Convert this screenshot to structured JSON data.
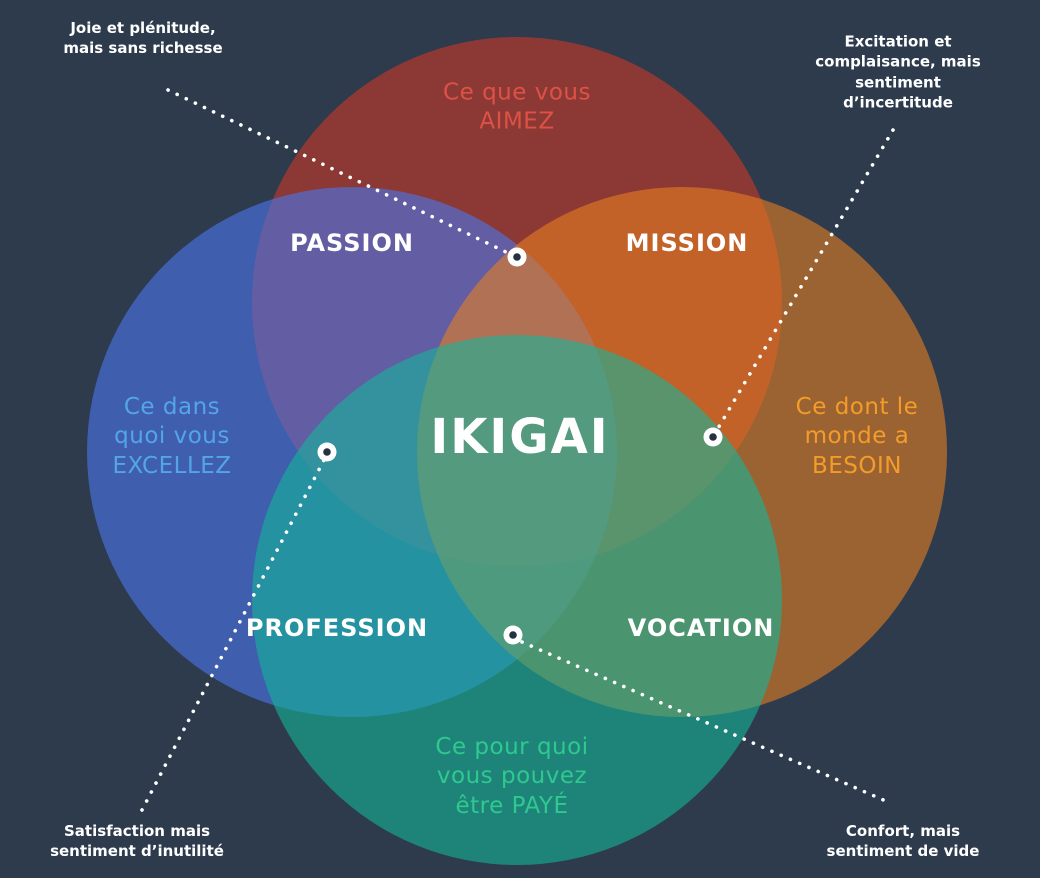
{
  "canvas": {
    "background": "#2d3b4c",
    "dotted_line_color": "#ffffff"
  },
  "diagram": {
    "title": "IKIGAI",
    "circles": {
      "love": {
        "full_label": "Ce que vous AIMEZ",
        "lines": [
          "Ce que vous",
          "AIMEZ"
        ],
        "fill": "#c0392b",
        "label_color": "#dd5244"
      },
      "excel": {
        "full_label": "Ce dans quoi vous EXCELLEZ",
        "lines": [
          "Ce dans",
          "quoi vous",
          "EXCELLEZ"
        ],
        "fill": "#4a74e8",
        "label_color": "#54a5e8"
      },
      "need": {
        "full_label": "Ce dont le monde a BESOIN",
        "lines": [
          "Ce dont le",
          "monde a",
          "BESOIN"
        ],
        "fill": "#e67e22",
        "label_color": "#f39c2a"
      },
      "paid": {
        "full_label": "Ce pour quoi vous pouvez être PAYÉ",
        "lines": [
          "Ce pour quoi",
          "vous pouvez",
          "être PAYÉ"
        ],
        "fill": "#14b599",
        "label_color": "#2fc98f"
      }
    },
    "intersections": {
      "passion": "PASSION",
      "mission": "MISSION",
      "profession": "PROFESSION",
      "vocation": "VOCATION"
    }
  },
  "annotations": {
    "top_left": {
      "lines": [
        "Joie et plénitude,",
        "mais sans richesse"
      ]
    },
    "top_right": {
      "lines": [
        "Excitation et",
        "complaisance, mais",
        "sentiment",
        "d’incertitude"
      ]
    },
    "bottom_left": {
      "lines": [
        "Satisfaction mais",
        "sentiment d’inutilité"
      ]
    },
    "bottom_right": {
      "lines": [
        "Confort, mais",
        "sentiment de vide"
      ]
    }
  }
}
